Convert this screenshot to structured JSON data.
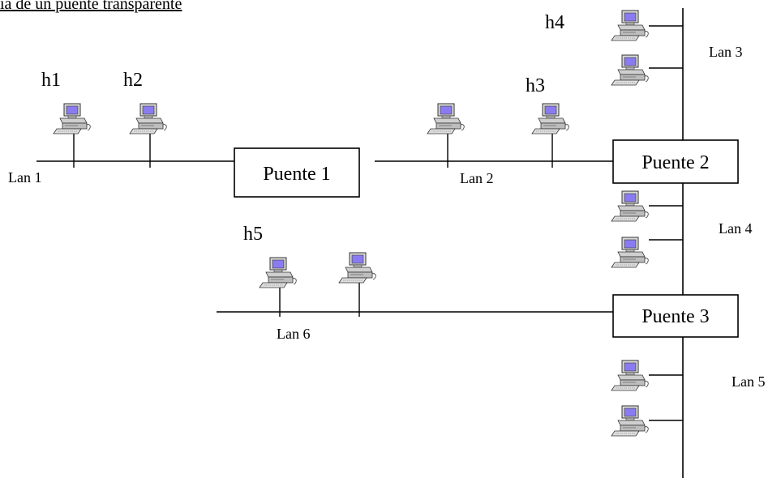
{
  "caption": "ía de un puente transparente",
  "hosts": {
    "h1": "h1",
    "h2": "h2",
    "h3": "h3",
    "h4": "h4",
    "h5": "h5"
  },
  "lans": {
    "lan1": "Lan 1",
    "lan2": "Lan 2",
    "lan3": "Lan 3",
    "lan4": "Lan 4",
    "lan5": "Lan 5",
    "lan6": "Lan 6"
  },
  "bridges": {
    "b1": "Puente 1",
    "b2": "Puente 2",
    "b3": "Puente 3"
  },
  "icon": "computer-icon",
  "colors": {
    "line": "#000000",
    "screen": "#8a7cf0",
    "case": "#c8c8c8"
  }
}
